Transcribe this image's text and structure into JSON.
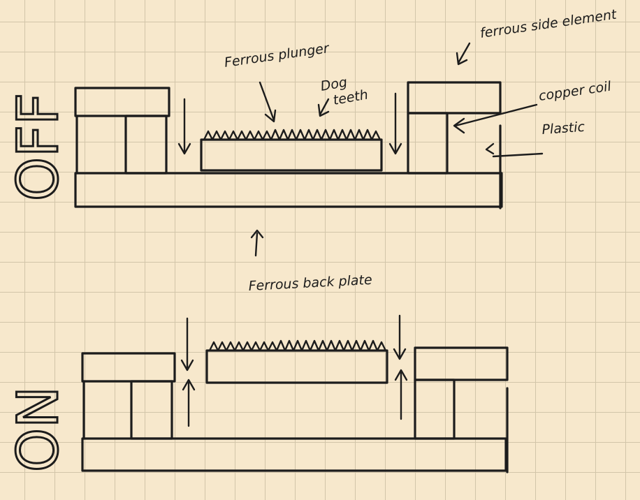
{
  "states": {
    "off": "OFF",
    "on": "ON"
  },
  "labels": {
    "plunger": "Ferrous plunger",
    "dog_teeth_1": "Dog",
    "dog_teeth_2": "teeth",
    "side_element": "ferrous side element",
    "coil": "copper coil",
    "plastic": "Plastic",
    "back_plate": "Ferrous back plate"
  }
}
